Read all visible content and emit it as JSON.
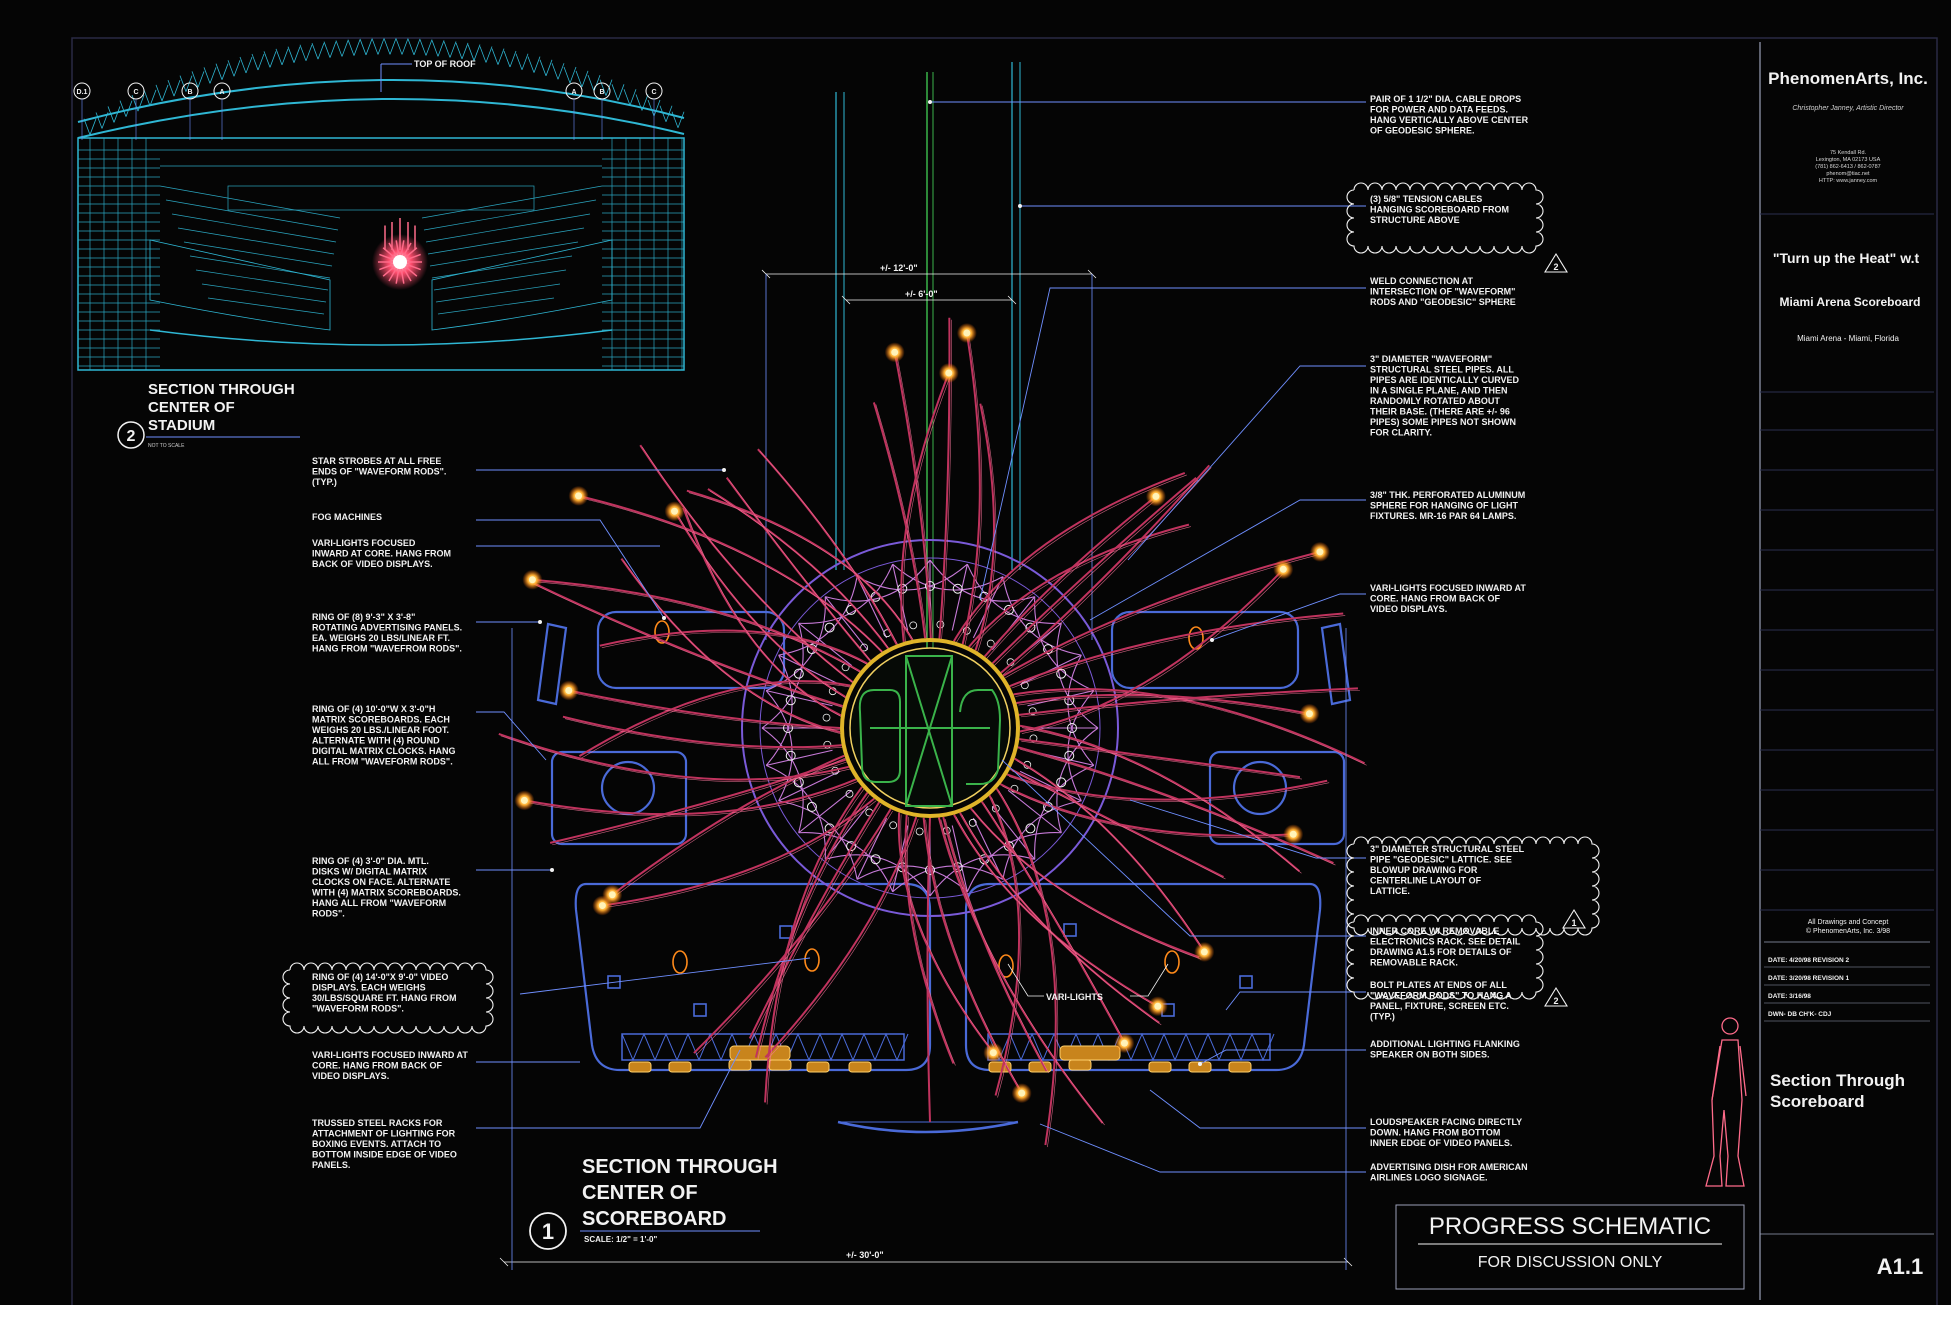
{
  "colors": {
    "background": "#050505",
    "rods": "#c0335e",
    "structure": "#4a6ad8",
    "stadium": "#2fb7d4",
    "lattice": "#c77ad8",
    "core": "#3ab34a",
    "ring": "#e0b429",
    "strobe": "#ffb234",
    "annotation": "#f2f2f2",
    "leader": "#6f8fff"
  },
  "stadium": {
    "title": [
      "SECTION THROUGH",
      "CENTER OF",
      "STADIUM"
    ],
    "number": "2",
    "scale": "NOT TO SCALE",
    "roof_label": "TOP OF ROOF",
    "grid_left": [
      "D.1",
      "C",
      "B",
      "A"
    ],
    "grid_right": [
      "A",
      "B",
      "C"
    ]
  },
  "scoreboard_title": {
    "lines": [
      "SECTION THROUGH",
      "CENTER OF",
      "SCOREBOARD"
    ],
    "number": "1",
    "scale": "SCALE: 1/2\" = 1'-0\""
  },
  "dimensions": {
    "top_outer": "+/- 12'-0\"",
    "top_inner": "+/- 6'-0\"",
    "bottom": "+/- 30'-0\""
  },
  "vari_lights_label": "VARI-LIGHTS",
  "notes_left": [
    [
      "STAR STROBES AT ALL FREE",
      "ENDS OF \"WAVEFORM RODS\".",
      "(TYP.)"
    ],
    [
      "FOG MACHINES"
    ],
    [
      "VARI-LIGHTS FOCUSED",
      "INWARD AT CORE. HANG FROM",
      "BACK OF VIDEO DISPLAYS."
    ],
    [
      "RING OF (8) 9'-3\" X 3'-8\"",
      "ROTATING ADVERTISING PANELS.",
      "EA. WEIGHS 20 LBS/LINEAR FT.",
      "HANG FROM \"WAVEFROM RODS\"."
    ],
    [
      "RING OF (4) 10'-0\"W X 3'-0\"H",
      "MATRIX SCOREBOARDS. EACH",
      "WEIGHS 20 LBS./LINEAR FOOT.",
      "ALTERNATE WITH (4) ROUND",
      "DIGITAL MATRIX CLOCKS. HANG",
      "ALL FROM \"WAVEFORM RODS\"."
    ],
    [
      "RING OF (4) 3'-0\" DIA. MTL.",
      "DISKS W/ DIGITAL MATRIX",
      "CLOCKS ON FACE. ALTERNATE",
      "WITH (4) MATRIX SCOREBOARDS.",
      "HANG ALL FROM \"WAVEFORM",
      "RODS\"."
    ],
    [
      "RING OF (4) 14'-0\"X 9'-0\" VIDEO",
      "DISPLAYS. EACH WEIGHS",
      "30/LBS/SQUARE FT. HANG FROM",
      "\"WAVEFORM RODS\"."
    ],
    [
      "VARI-LIGHTS FOCUSED INWARD AT",
      "CORE. HANG FROM BACK OF",
      "VIDEO DISPLAYS."
    ],
    [
      "TRUSSED STEEL RACKS FOR",
      "ATTACHMENT OF LIGHTING FOR",
      "BOXING EVENTS. ATTACH TO",
      "BOTTOM INSIDE EDGE OF VIDEO",
      "PANELS."
    ]
  ],
  "notes_right": [
    [
      "PAIR OF 1 1/2\" DIA. CABLE DROPS",
      "FOR POWER AND DATA FEEDS.",
      "HANG VERTICALLY ABOVE CENTER",
      "OF GEODESIC SPHERE."
    ],
    [
      "(3) 5/8\" TENSION CABLES",
      "HANGING SCOREBOARD FROM",
      "STRUCTURE ABOVE"
    ],
    [
      "WELD CONNECTION AT",
      "INTERSECTION OF \"WAVEFORM\"",
      "RODS AND \"GEODESIC\" SPHERE"
    ],
    [
      "3\" DIAMETER \"WAVEFORM\"",
      "STRUCTURAL STEEL PIPES. ALL",
      "PIPES ARE IDENTICALLY CURVED",
      "IN A SINGLE PLANE, AND THEN",
      "RANDOMLY ROTATED ABOUT",
      "THEIR BASE. (THERE ARE +/- 96",
      "PIPES) SOME PIPES NOT SHOWN",
      "FOR CLARITY."
    ],
    [
      "3/8\" THK. PERFORATED ALUMINUM",
      "SPHERE FOR HANGING OF LIGHT",
      "FIXTURES. MR-16 PAR 64 LAMPS."
    ],
    [
      "VARI-LIGHTS FOCUSED INWARD AT",
      "CORE. HANG FROM BACK OF",
      "VIDEO DISPLAYS."
    ],
    [
      "3\" DIAMETER STRUCTURAL STEEL",
      "PIPE \"GEODESIC\" LATTICE. SEE",
      "BLOWUP DRAWING FOR",
      "CENTERLINE LAYOUT OF",
      "LATTICE."
    ],
    [
      "INNER CORE W/ REMOVABLE",
      "ELECTRONICS RACK. SEE DETAIL",
      "DRAWING A1.5 FOR DETAILS OF",
      "REMOVABLE RACK."
    ],
    [
      "BOLT PLATES AT ENDS OF ALL",
      "\"WAVEFORM RODS\" TO HANG A",
      "PANEL, FIXTURE, SCREEN ETC.",
      "(TYP.)"
    ],
    [
      "ADDITIONAL LIGHTING FLANKING",
      "SPEAKER ON BOTH SIDES."
    ],
    [
      "LOUDSPEAKER FACING DIRECTLY",
      "DOWN. HANG FROM BOTTOM",
      "INNER EDGE OF VIDEO PANELS."
    ],
    [
      "ADVERTISING DISH FOR AMERICAN",
      "AIRLINES LOGO SIGNAGE."
    ]
  ],
  "revision_marks": [
    "2",
    "1",
    "2"
  ],
  "title_block": {
    "company": "PhenomenArts, Inc.",
    "director": "Christopher Janney, Artistic Director",
    "address": [
      "75 Kendall Rd.",
      "Lexington, MA 02173 USA",
      "(781) 862-6413 / 862-0787",
      "phenom@tiac.net",
      "HTTP: www.janney.com"
    ],
    "project": "\"Turn up the Heat\" w.t",
    "project_name": "Miami Arena Scoreboard",
    "location": "Miami Arena - Miami, Florida",
    "copyright": [
      "All Drawings and Concept",
      "© PhenomenArts, Inc. 3/98"
    ],
    "dates": [
      "DATE: 4/20/98 REVISION 2",
      "DATE: 3/20/98 REVISION 1",
      "DATE: 3/16/98",
      "DWN- DB CH'K- CDJ"
    ],
    "drawing_title": [
      "Section Through",
      "Scoreboard"
    ],
    "sheet_number": "A1.1"
  },
  "progress": {
    "title": "PROGRESS SCHEMATIC",
    "subtitle": "FOR DISCUSSION ONLY"
  }
}
